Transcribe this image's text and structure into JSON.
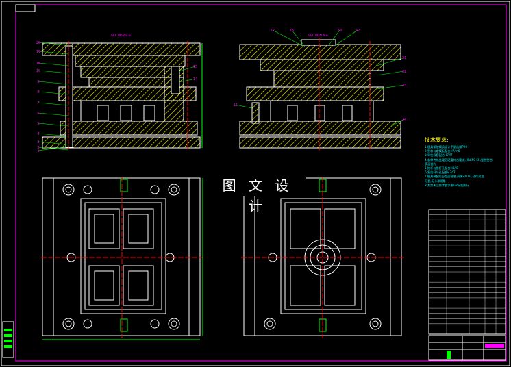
{
  "watermark": "图 文 设 计",
  "sections": {
    "left": "SECTION B-B",
    "right": "SECTION A-A"
  },
  "tech_notes": {
    "title": "技术要求:",
    "lines": [
      "1.模具钢按模具设计手册选用P20",
      "2.型芯与定模板配合H7/m6",
      "3.导柱导套配合H7/f7",
      "4.各零件热处理后硬度符合要求,HRC50-55,型腔型芯",
      "  表面抛光",
      "5.推杆与推杆孔配合H8/f8",
      "6.复位杆与孔配合H7/f7",
      "7.模具装配后分型面贴合,间隙≤0.03,动作灵活",
      "  可靠,无卡滞现象",
      "8.其余未注技术要求按GB标准执行"
    ]
  },
  "balloons_left": [
    "20",
    "19",
    "18",
    "10",
    "9",
    "8",
    "7",
    "6",
    "5",
    "4",
    "3",
    "2",
    "1",
    "15",
    "14"
  ],
  "balloons_right": [
    "17",
    "16",
    "13",
    "12",
    "11",
    "21",
    "22",
    "23",
    "24"
  ],
  "colors": {
    "background": "#000000",
    "outline": "#ffffff",
    "hatch": "#ffff00",
    "leader": "#00ff00",
    "centerline": "#ff0000",
    "dimension": "#ff00ff",
    "text": "#00ffff"
  }
}
